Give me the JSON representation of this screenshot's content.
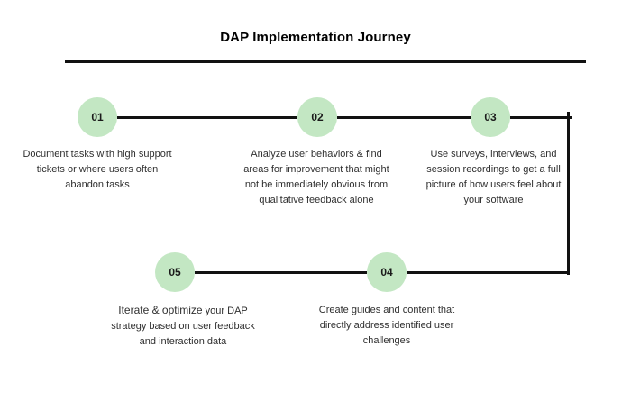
{
  "header": {
    "title": "DAP Implementation Journey"
  },
  "colors": {
    "circle_fill": "#c3e7c3",
    "line": "#111111",
    "title_text": "#000000",
    "body_text": "#2f2f2f",
    "background": "#ffffff"
  },
  "diagram": {
    "type": "process-flow",
    "direction": "serpentine-left-to-right-then-right-to-left",
    "steps": [
      {
        "number": "01",
        "row": 1,
        "text": "Document tasks with high support tickets or where users often abandon tasks"
      },
      {
        "number": "02",
        "row": 1,
        "text": "Analyze user behaviors & find areas for improvement that might not be immediately obvious from qualitative feedback alone"
      },
      {
        "number": "03",
        "row": 1,
        "text": "Use surveys, interviews, and  session recordings to get a full picture of how users feel about your software"
      },
      {
        "number": "04",
        "row": 2,
        "text": "Create guides and content that directly address identified user challenges"
      },
      {
        "number": "05",
        "row": 2,
        "lead": "Iterate & optimize",
        "text": " your DAP strategy based on user feedback and interaction data"
      }
    ]
  }
}
